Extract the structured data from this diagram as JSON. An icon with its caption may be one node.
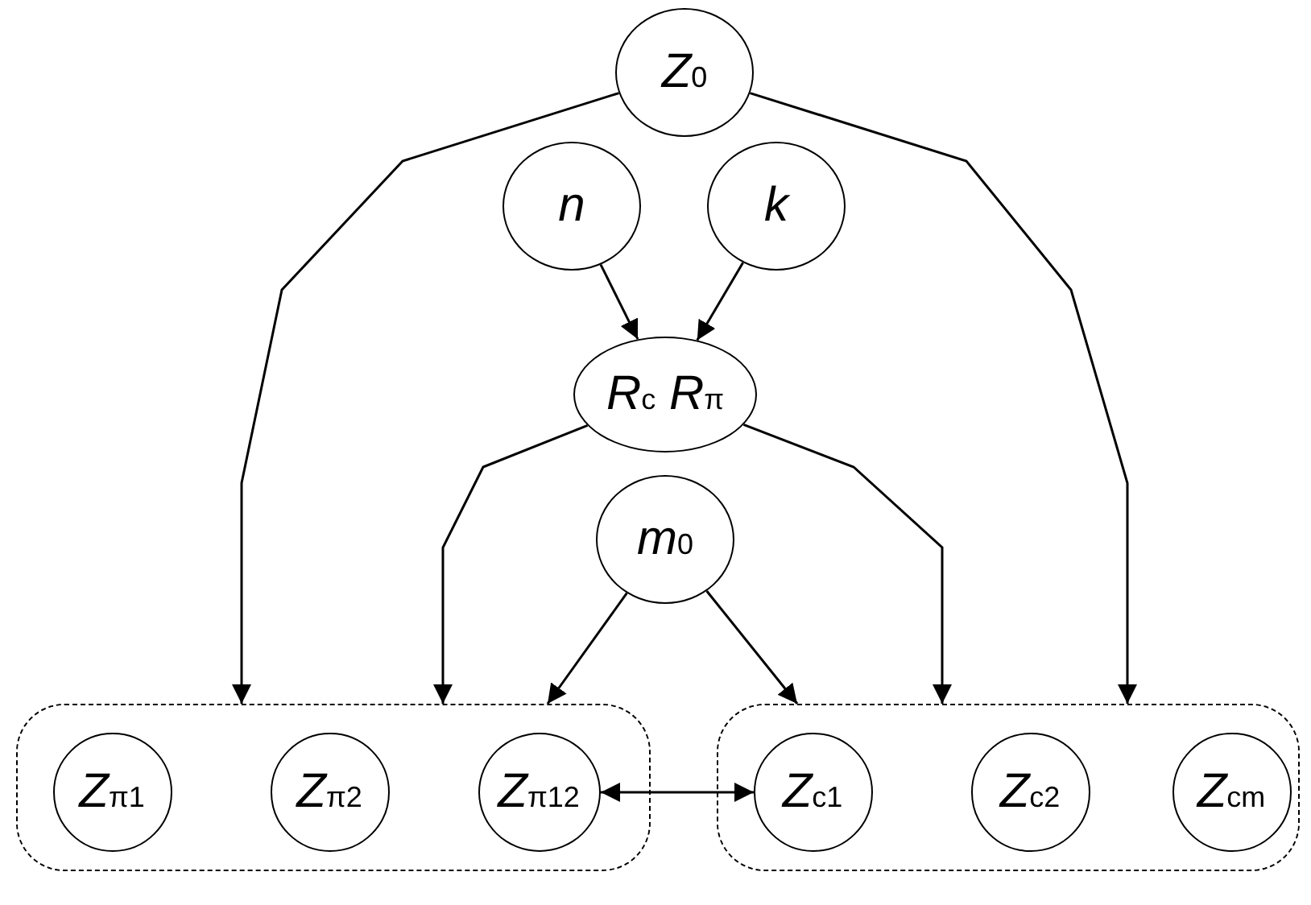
{
  "diagram": {
    "nodes": [
      {
        "text": [
          "*Z*$_{0}$"
        ]
      },
      {
        "text": [
          "*n*"
        ]
      },
      {
        "text": [
          "*k*"
        ]
      },
      {
        "text": [
          "*R*$_{c}$ *R*$_{π}$"
        ]
      },
      {
        "text": [
          "*m*$_{0}$"
        ]
      },
      {
        "text": [],
        "shape": "box"
      },
      {
        "text": [],
        "shape": "box"
      },
      {
        "text": [
          "*Z*$_{π1}$"
        ],
        "in": 5
      },
      {
        "text": [
          "*Z*$_{π2}$"
        ],
        "in": 5
      },
      {
        "text": [
          "*Z*$_{π12}$"
        ],
        "in": 5
      },
      {
        "text": [
          "*Z*$_{c1}$"
        ],
        "in": 6
      },
      {
        "text": [
          "*Z*$_{c2}$"
        ],
        "in": 6
      },
      {
        "text": [
          "*Z*$_{cm}$"
        ],
        "in": 6
      }
    ],
    "edges": [
      {
        "from": 0,
        "to": 5,
        "arrow": "to"
      },
      {
        "from": 0,
        "to": 6,
        "arrow": "to"
      },
      {
        "from": 1,
        "to": 3,
        "arrow": "to"
      },
      {
        "from": 2,
        "to": 3,
        "arrow": "to"
      },
      {
        "from": 3,
        "to": 5,
        "arrow": "to"
      },
      {
        "from": 3,
        "to": 6,
        "arrow": "to"
      },
      {
        "from": 4,
        "to": 5,
        "arrow": "to"
      },
      {
        "from": 4,
        "to": 6,
        "arrow": "to"
      },
      {
        "from": 9,
        "to": 10,
        "arrow": "both"
      }
    ]
  }
}
